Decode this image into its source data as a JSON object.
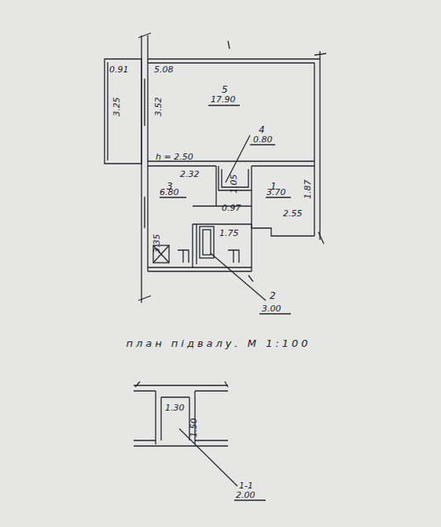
{
  "diagram": {
    "caption": "план підвалу. М 1:100",
    "labels": [
      "0.91",
      "5.08",
      "3.25",
      "3.52",
      "5",
      "17.90",
      "4",
      "0.80",
      "h = 2.50",
      "2.32",
      "3",
      "6.80",
      "1.05",
      "0.97",
      "1",
      "3.70",
      "1.87",
      "2.55",
      "3.35",
      "1.75",
      "2",
      "3.00",
      "1.30",
      "1.50",
      "1-1",
      "2.00"
    ]
  }
}
